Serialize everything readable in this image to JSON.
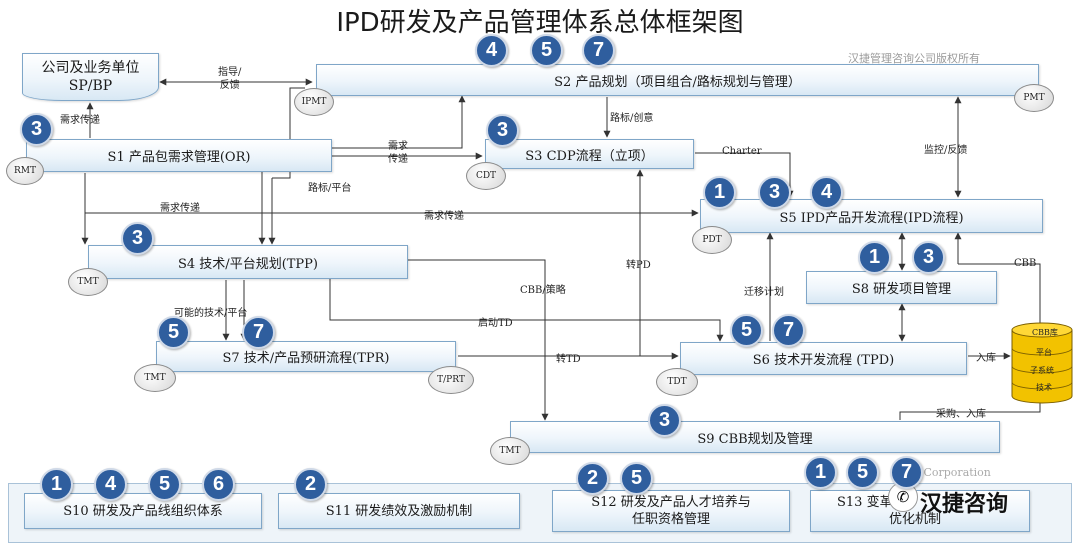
{
  "title": "IPD研发及产品管理体系总体框架图",
  "copyright": "汉捷管理咨询公司版权所有",
  "watermark_corp": "get Corporation",
  "brand": "汉捷咨询",
  "nodes": {
    "sp_bp": {
      "line1": "公司及业务单位",
      "line2": "SP/BP"
    },
    "s2": "S2 产品规划（项目组合/路标规划与管理）",
    "s1": "S1 产品包需求管理(OR)",
    "s3": "S3 CDP流程（立项）",
    "s5": "S5 IPD产品开发流程(IPD流程)",
    "s4": "S4 技术/平台规划(TPP)",
    "s8": "S8 研发项目管理",
    "s7": "S7 技术/产品预研流程(TPR)",
    "s6": "S6 技术开发流程 (TPD)",
    "s9": "S9 CBB规划及管理",
    "s10": "S10 研发及产品线组织体系",
    "s11": "S11 研发绩效及激励机制",
    "s12": {
      "line1": "S12 研发及产品人才培养与",
      "line2": "任职资格管理"
    },
    "s13": {
      "line1": "S13 变革",
      "line2": "优化机制"
    }
  },
  "roles": {
    "ipmt": "IPMT",
    "pmt": "PMT",
    "rmt": "RMT",
    "cdt": "CDT",
    "pdt": "PDT",
    "tmt_s4": "TMT",
    "tmt_s7": "TMT",
    "tprt": "T/PRT",
    "tdt": "TDT",
    "tmt_s9": "TMT"
  },
  "edge_labels": {
    "guide": {
      "line1": "指导/",
      "line2": "反馈"
    },
    "req_pass_1": "需求传递",
    "req_pass_2": {
      "line1": "需求",
      "line2": "传递"
    },
    "roadmap_creative": "路标/创意",
    "charter": "Charter",
    "monitor": "监控/反馈",
    "roadmap_platform": "路标/平台",
    "req_pass_3": "需求传递",
    "req_pass_4": "需求传递",
    "cbb_strategy": "CBB/策略",
    "turn_pd": "转PD",
    "migration": "迁移计划",
    "cbb": "CBB",
    "possible_tech": "可能的技术/平台",
    "start_td": "启动TD",
    "turn_td": "转TD",
    "warehouse_in": "入库",
    "purchase_in": "采购、入库"
  },
  "cbb_db": {
    "title": "CBB库",
    "rows": [
      "平台",
      "子系统",
      "技术"
    ]
  },
  "badges": {
    "s2": [
      "4",
      "5",
      "7"
    ],
    "s1": [
      "3"
    ],
    "s3": [
      "3"
    ],
    "s5": [
      "1",
      "3",
      "4"
    ],
    "s4": [
      "3"
    ],
    "s8": [
      "1",
      "3"
    ],
    "s7": [
      "5",
      "7"
    ],
    "s6": [
      "5",
      "7"
    ],
    "s9": [
      "3"
    ],
    "s10": [
      "1",
      "4",
      "5",
      "6"
    ],
    "s11": [
      "2"
    ],
    "s12": [
      "2",
      "5"
    ],
    "s13": [
      "1",
      "5",
      "7"
    ]
  },
  "colors": {
    "badge": "#2f5e9e",
    "box_border": "#7fa6c8",
    "line": "#333333",
    "cbb_gold": "#f2c200"
  }
}
